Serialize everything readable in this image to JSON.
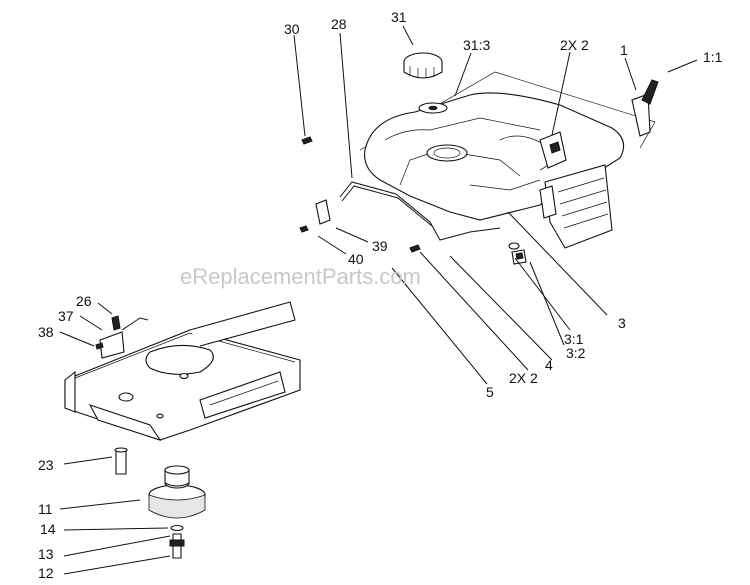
{
  "watermark": "eReplacementParts.com",
  "labels": {
    "l30": "30",
    "l28": "28",
    "l31": "31",
    "l31_3": "31:3",
    "l2x2_top": "2X 2",
    "l1": "1",
    "l1_1": "1:1",
    "l39": "39",
    "l40": "40",
    "l3": "3",
    "l3_1": "3:1",
    "l3_2": "3:2",
    "l4": "4",
    "l2x2_bottom": "2X 2",
    "l5": "5",
    "l26": "26",
    "l37": "37",
    "l38": "38",
    "l23": "23",
    "l11": "11",
    "l14": "14",
    "l13": "13",
    "l12": "12"
  }
}
